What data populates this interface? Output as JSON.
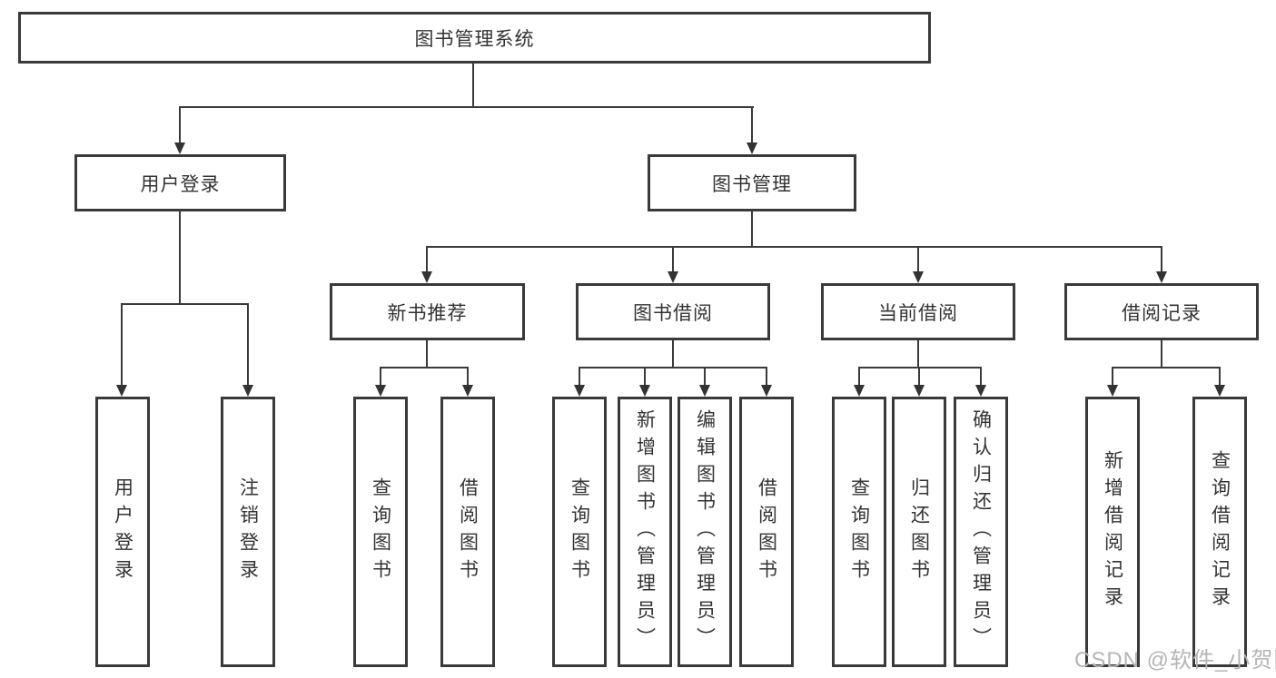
{
  "diagram": {
    "root": {
      "label": "图书管理系统"
    },
    "branches": [
      {
        "label": "用户登录",
        "children": [
          {
            "label": "用户登录"
          },
          {
            "label": "注销登录"
          }
        ]
      },
      {
        "label": "图书管理",
        "children": [
          {
            "label": "新书推荐",
            "children": [
              {
                "label": "查询图书"
              },
              {
                "label": "借阅图书"
              }
            ]
          },
          {
            "label": "图书借阅",
            "children": [
              {
                "label": "查询图书"
              },
              {
                "label": "新增图书（管理员）"
              },
              {
                "label": "编辑图书（管理员）"
              },
              {
                "label": "借阅图书"
              }
            ]
          },
          {
            "label": "当前借阅",
            "children": [
              {
                "label": "查询图书"
              },
              {
                "label": "归还图书"
              },
              {
                "label": "确认归还（管理员）"
              }
            ]
          },
          {
            "label": "借阅记录",
            "children": [
              {
                "label": "新增借阅记录"
              },
              {
                "label": "查询借阅记录"
              }
            ]
          }
        ]
      }
    ]
  },
  "watermark": {
    "text": "CSDN @软件_小贺同学"
  },
  "colors": {
    "border": "#3a3a3a",
    "text": "#333333",
    "background": "#ffffff",
    "watermark": "#b5b5b5"
  }
}
